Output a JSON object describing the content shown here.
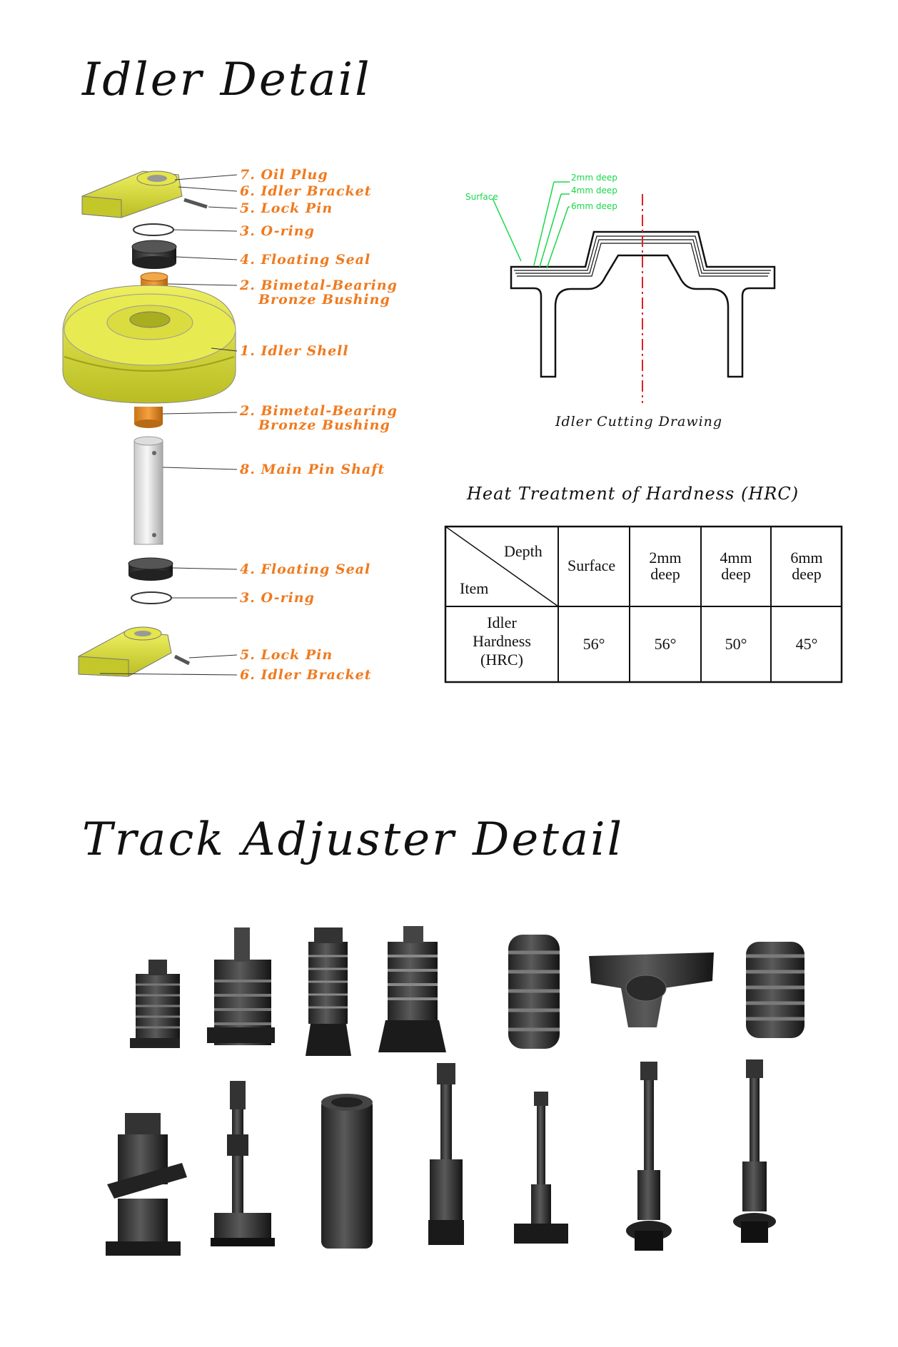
{
  "titles": {
    "idler": "Idler Detail",
    "adjuster": "Track Adjuster Detail"
  },
  "parts": {
    "oil_plug": "7. Oil Plug",
    "idler_bracket_top": "6. Idler Bracket",
    "lock_pin_top": "5. Lock Pin",
    "o_ring_top": "3. O-ring",
    "floating_seal_top": "4. Floating Seal",
    "bushing_top_l1": "2. Bimetal-Bearing",
    "bushing_top_l2": "Bronze Bushing",
    "idler_shell": "1. Idler Shell",
    "bushing_bot_l1": "2. Bimetal-Bearing",
    "bushing_bot_l2": "Bronze Bushing",
    "main_pin_shaft": "8. Main Pin Shaft",
    "floating_seal_bot": "4. Floating Seal",
    "o_ring_bot": "3. O-ring",
    "lock_pin_bot": "5. Lock Pin",
    "idler_bracket_bot": "6. Idler Bracket"
  },
  "cutting": {
    "caption": "Idler Cutting Drawing",
    "surface": "Surface",
    "d2": "2mm deep",
    "d4": "4mm deep",
    "d6": "6mm deep"
  },
  "hardness": {
    "title": "Heat Treatment of  Hardness (HRC)",
    "corner_top": "Depth",
    "corner_bottom": "Item",
    "col_surface": "Surface",
    "col_2mm_a": "2mm",
    "col_2mm_b": "deep",
    "col_4mm_a": "4mm",
    "col_4mm_b": "deep",
    "col_6mm_a": "6mm",
    "col_6mm_b": "deep",
    "row_label_a": "Idler",
    "row_label_b": "Hardness",
    "row_label_c": "(HRC)",
    "v_surface": "56°",
    "v_2mm": "56°",
    "v_4mm": "50°",
    "v_6mm": "45°"
  },
  "colors": {
    "label_orange": "#f07a1e",
    "cut_green": "#18d84a",
    "axis_red": "#e02020",
    "part_yellow": "#d8dc3a"
  }
}
